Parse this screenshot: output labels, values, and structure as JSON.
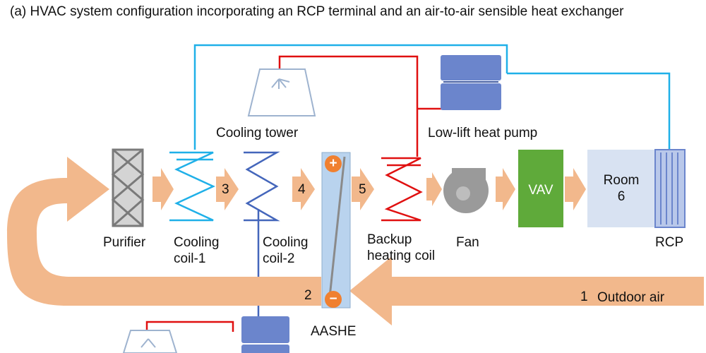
{
  "title": "(a) HVAC system configuration incorporating an RCP terminal and an air-to-air sensible heat exchanger",
  "labels": {
    "cooling_tower": "Cooling tower",
    "heat_pump": "Low-lift heat pump",
    "purifier": "Purifier",
    "cooling_coil_1": "Cooling\ncoil-1",
    "cooling_coil_2": "Cooling\ncoil-2",
    "backup_heating_coil": "Backup\nheating coil",
    "fan": "Fan",
    "rcp": "RCP",
    "aashe": "AASHE",
    "outdoor_air": "Outdoor air",
    "vav": "VAV",
    "room": "Room\n6"
  },
  "numbers": {
    "n1": "1",
    "n2": "2",
    "n3": "3",
    "n4": "4",
    "n5": "5"
  },
  "signs": {
    "plus": "+",
    "minus": "−"
  },
  "colors": {
    "air_flow": "#f2b88c",
    "water_cold": "#1fb0e8",
    "water_cold_dark": "#4466bb",
    "water_hot": "#e01010",
    "equipment": "#6b85cc",
    "vav": "#5faa3a",
    "room": "#d8e2f2",
    "aashe": "#b9d3ee",
    "badge": "#f08030"
  }
}
